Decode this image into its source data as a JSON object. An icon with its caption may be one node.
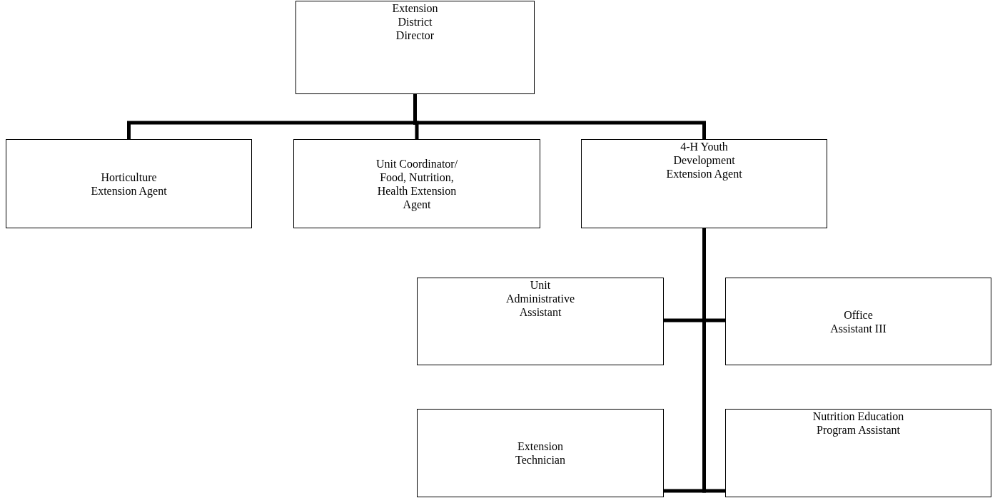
{
  "diagram": {
    "nodes": [
      {
        "text": [
          "Extension District Director"
        ]
      },
      {
        "text": [
          "Horticulture Extension Agent"
        ]
      },
      {
        "text": [
          "Unit Coordinator/ Food, Nutrition, Health Extension Agent"
        ]
      },
      {
        "text": [
          "4-H Youth Development Extension Agent"
        ]
      },
      {
        "text": [
          "Unit Administrative Assistant"
        ]
      },
      {
        "text": [
          "Office Assistant III"
        ]
      },
      {
        "text": [
          "Extension Technician"
        ]
      },
      {
        "text": [
          "Nutrition Education Program Assistant"
        ]
      }
    ],
    "edges": [
      {
        "from": 0,
        "to": 1,
        "arrow": "none"
      },
      {
        "from": 0,
        "to": 2,
        "arrow": "none"
      },
      {
        "from": 0,
        "to": 3,
        "arrow": "none"
      },
      {
        "from": 3,
        "to": 4,
        "arrow": "none"
      },
      {
        "from": 3,
        "to": 5,
        "arrow": "none"
      },
      {
        "from": 3,
        "to": 6,
        "arrow": "none"
      },
      {
        "from": 3,
        "to": 7,
        "arrow": "none"
      }
    ]
  }
}
